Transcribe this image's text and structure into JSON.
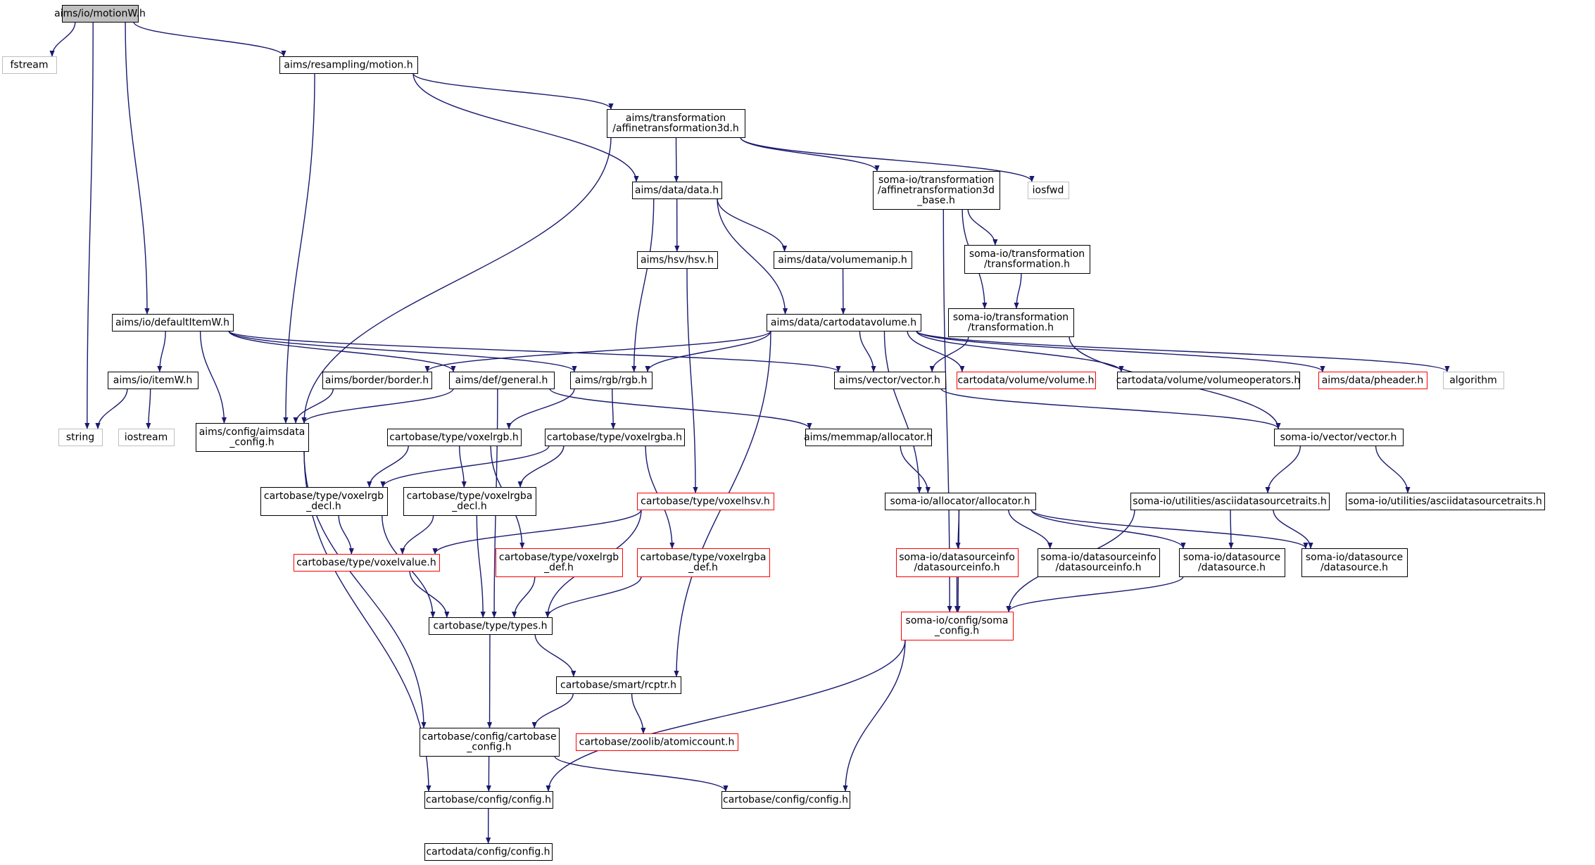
{
  "colors": {
    "edge": "#191970",
    "node_border": "#000000",
    "missing_border": "#bfbfbf",
    "incomplete_border": "#ff0000",
    "root_fill": "#bfbfbf",
    "node_fill": "#ffffff"
  },
  "nodes": [
    {
      "id": "motionW",
      "lines": [
        "aims/io/motionW.h"
      ],
      "kind": "root"
    },
    {
      "id": "fstream",
      "lines": [
        "fstream"
      ],
      "kind": "missing"
    },
    {
      "id": "motion",
      "lines": [
        "aims/resampling/motion.h"
      ],
      "kind": "normal"
    },
    {
      "id": "affine3d",
      "lines": [
        "aims/transformation",
        "/affinetransformation3d.h"
      ],
      "kind": "normal"
    },
    {
      "id": "data",
      "lines": [
        "aims/data/data.h"
      ],
      "kind": "normal"
    },
    {
      "id": "somaaffine",
      "lines": [
        "soma-io/transformation",
        "/affinetransformation3d",
        "_base.h"
      ],
      "kind": "normal"
    },
    {
      "id": "iosfwd",
      "lines": [
        "iosfwd"
      ],
      "kind": "missing"
    },
    {
      "id": "hsv",
      "lines": [
        "aims/hsv/hsv.h"
      ],
      "kind": "normal"
    },
    {
      "id": "volumemanip",
      "lines": [
        "aims/data/volumemanip.h"
      ],
      "kind": "normal"
    },
    {
      "id": "somatransfo1",
      "lines": [
        "soma-io/transformation",
        "/transformation.h"
      ],
      "kind": "normal"
    },
    {
      "id": "somatransfo2",
      "lines": [
        "soma-io/transformation",
        "/transformation.h"
      ],
      "kind": "normal"
    },
    {
      "id": "defaultItemW",
      "lines": [
        "aims/io/defaultItemW.h"
      ],
      "kind": "normal"
    },
    {
      "id": "cartodatavolume",
      "lines": [
        "aims/data/cartodatavolume.h"
      ],
      "kind": "normal"
    },
    {
      "id": "itemW",
      "lines": [
        "aims/io/itemW.h"
      ],
      "kind": "normal"
    },
    {
      "id": "border",
      "lines": [
        "aims/border/border.h"
      ],
      "kind": "normal"
    },
    {
      "id": "general",
      "lines": [
        "aims/def/general.h"
      ],
      "kind": "normal"
    },
    {
      "id": "rgb",
      "lines": [
        "aims/rgb/rgb.h"
      ],
      "kind": "normal"
    },
    {
      "id": "aimsvector",
      "lines": [
        "aims/vector/vector.h"
      ],
      "kind": "normal"
    },
    {
      "id": "cdvolume",
      "lines": [
        "cartodata/volume/volume.h"
      ],
      "kind": "incomplete"
    },
    {
      "id": "volumeops",
      "lines": [
        "cartodata/volume/volumeoperators.h"
      ],
      "kind": "normal"
    },
    {
      "id": "pheader",
      "lines": [
        "aims/data/pheader.h"
      ],
      "kind": "incomplete"
    },
    {
      "id": "algorithm",
      "lines": [
        "algorithm"
      ],
      "kind": "missing"
    },
    {
      "id": "string",
      "lines": [
        "string"
      ],
      "kind": "missing"
    },
    {
      "id": "iostream",
      "lines": [
        "iostream"
      ],
      "kind": "missing"
    },
    {
      "id": "aimsdataconfig",
      "lines": [
        "aims/config/aimsdata",
        "_config.h"
      ],
      "kind": "normal"
    },
    {
      "id": "voxelrgb",
      "lines": [
        "cartobase/type/voxelrgb.h"
      ],
      "kind": "normal"
    },
    {
      "id": "voxelrgba",
      "lines": [
        "cartobase/type/voxelrgba.h"
      ],
      "kind": "normal"
    },
    {
      "id": "allocatormm",
      "lines": [
        "aims/memmap/allocator.h"
      ],
      "kind": "normal"
    },
    {
      "id": "somavector",
      "lines": [
        "soma-io/vector/vector.h"
      ],
      "kind": "normal"
    },
    {
      "id": "voxelrgbdecl",
      "lines": [
        "cartobase/type/voxelrgb",
        "_decl.h"
      ],
      "kind": "normal"
    },
    {
      "id": "voxelrgbadecl",
      "lines": [
        "cartobase/type/voxelrgba",
        "_decl.h"
      ],
      "kind": "normal"
    },
    {
      "id": "voxelhsv",
      "lines": [
        "cartobase/type/voxelhsv.h"
      ],
      "kind": "incomplete"
    },
    {
      "id": "somaallocator",
      "lines": [
        "soma-io/allocator/allocator.h"
      ],
      "kind": "normal"
    },
    {
      "id": "asciitraits1",
      "lines": [
        "soma-io/utilities/asciidatasourcetraits.h"
      ],
      "kind": "normal"
    },
    {
      "id": "asciitraits2",
      "lines": [
        "soma-io/utilities/asciidatasourcetraits.h"
      ],
      "kind": "normal"
    },
    {
      "id": "voxelvalue",
      "lines": [
        "cartobase/type/voxelvalue.h"
      ],
      "kind": "incomplete"
    },
    {
      "id": "voxelrgbdef",
      "lines": [
        "cartobase/type/voxelrgb",
        "_def.h"
      ],
      "kind": "incomplete"
    },
    {
      "id": "voxelrgbadef",
      "lines": [
        "cartobase/type/voxelrgba",
        "_def.h"
      ],
      "kind": "incomplete"
    },
    {
      "id": "dsinfo1",
      "lines": [
        "soma-io/datasourceinfo",
        "/datasourceinfo.h"
      ],
      "kind": "incomplete"
    },
    {
      "id": "dsinfo2",
      "lines": [
        "soma-io/datasourceinfo",
        "/datasourceinfo.h"
      ],
      "kind": "normal"
    },
    {
      "id": "datasource1",
      "lines": [
        "soma-io/datasource",
        "/datasource.h"
      ],
      "kind": "normal"
    },
    {
      "id": "datasource2",
      "lines": [
        "soma-io/datasource",
        "/datasource.h"
      ],
      "kind": "normal"
    },
    {
      "id": "types",
      "lines": [
        "cartobase/type/types.h"
      ],
      "kind": "normal"
    },
    {
      "id": "somaconfig",
      "lines": [
        "soma-io/config/soma",
        "_config.h"
      ],
      "kind": "incomplete"
    },
    {
      "id": "rcptr",
      "lines": [
        "cartobase/smart/rcptr.h"
      ],
      "kind": "normal"
    },
    {
      "id": "atomiccount",
      "lines": [
        "cartobase/zoolib/atomiccount.h"
      ],
      "kind": "incomplete"
    },
    {
      "id": "cartobaseconfig",
      "lines": [
        "cartobase/config/cartobase",
        "_config.h"
      ],
      "kind": "normal"
    },
    {
      "id": "config1",
      "lines": [
        "cartobase/config/config.h"
      ],
      "kind": "normal"
    },
    {
      "id": "config2",
      "lines": [
        "cartobase/config/config.h"
      ],
      "kind": "normal"
    },
    {
      "id": "cdconfig",
      "lines": [
        "cartodata/config/config.h"
      ],
      "kind": "normal"
    }
  ],
  "edges": [
    [
      "motionW",
      "fstream"
    ],
    [
      "motionW",
      "string"
    ],
    [
      "motionW",
      "motion"
    ],
    [
      "motionW",
      "defaultItemW"
    ],
    [
      "motion",
      "affine3d"
    ],
    [
      "motion",
      "data"
    ],
    [
      "motion",
      "aimsdataconfig"
    ],
    [
      "affine3d",
      "data"
    ],
    [
      "affine3d",
      "somaaffine"
    ],
    [
      "affine3d",
      "iosfwd"
    ],
    [
      "affine3d",
      "aimsdataconfig"
    ],
    [
      "somaaffine",
      "somatransfo1"
    ],
    [
      "somaaffine",
      "somatransfo2"
    ],
    [
      "somaaffine",
      "somaconfig"
    ],
    [
      "somatransfo1",
      "somatransfo2"
    ],
    [
      "somatransfo2",
      "aimsvector"
    ],
    [
      "somatransfo2",
      "somavector"
    ],
    [
      "data",
      "hsv"
    ],
    [
      "data",
      "volumemanip"
    ],
    [
      "data",
      "cartodatavolume"
    ],
    [
      "data",
      "rgb"
    ],
    [
      "volumemanip",
      "cartodatavolume"
    ],
    [
      "hsv",
      "voxelhsv"
    ],
    [
      "defaultItemW",
      "itemW"
    ],
    [
      "defaultItemW",
      "aimsdataconfig"
    ],
    [
      "defaultItemW",
      "general"
    ],
    [
      "defaultItemW",
      "rgb"
    ],
    [
      "defaultItemW",
      "aimsvector"
    ],
    [
      "itemW",
      "string"
    ],
    [
      "itemW",
      "iostream"
    ],
    [
      "cartodatavolume",
      "border"
    ],
    [
      "cartodatavolume",
      "rgb"
    ],
    [
      "cartodatavolume",
      "aimsvector"
    ],
    [
      "cartodatavolume",
      "cdvolume"
    ],
    [
      "cartodatavolume",
      "volumeops"
    ],
    [
      "cartodatavolume",
      "pheader"
    ],
    [
      "cartodatavolume",
      "algorithm"
    ],
    [
      "cartodatavolume",
      "somaallocator"
    ],
    [
      "cartodatavolume",
      "rcptr"
    ],
    [
      "border",
      "aimsdataconfig"
    ],
    [
      "general",
      "aimsdataconfig"
    ],
    [
      "general",
      "allocatormm"
    ],
    [
      "general",
      "types"
    ],
    [
      "rgb",
      "voxelrgb"
    ],
    [
      "rgb",
      "voxelrgba"
    ],
    [
      "aimsvector",
      "somavector"
    ],
    [
      "somavector",
      "asciitraits1"
    ],
    [
      "somavector",
      "asciitraits2"
    ],
    [
      "aimsdataconfig",
      "cartobaseconfig"
    ],
    [
      "aimsdataconfig",
      "config1"
    ],
    [
      "voxelrgb",
      "voxelrgbdecl"
    ],
    [
      "voxelrgb",
      "voxelrgbadecl"
    ],
    [
      "voxelrgb",
      "voxelrgbdef"
    ],
    [
      "voxelrgba",
      "voxelrgbdecl"
    ],
    [
      "voxelrgba",
      "voxelrgbadecl"
    ],
    [
      "voxelrgba",
      "voxelrgbadef"
    ],
    [
      "voxelrgbdecl",
      "voxelvalue"
    ],
    [
      "voxelrgbdecl",
      "types"
    ],
    [
      "voxelrgbadecl",
      "voxelvalue"
    ],
    [
      "voxelrgbadecl",
      "types"
    ],
    [
      "voxelhsv",
      "voxelvalue"
    ],
    [
      "voxelhsv",
      "types"
    ],
    [
      "voxelvalue",
      "types"
    ],
    [
      "voxelrgbdef",
      "types"
    ],
    [
      "voxelrgbadef",
      "types"
    ],
    [
      "allocatormm",
      "somaallocator"
    ],
    [
      "somaallocator",
      "dsinfo1"
    ],
    [
      "somaallocator",
      "dsinfo2"
    ],
    [
      "somaallocator",
      "datasource1"
    ],
    [
      "somaallocator",
      "datasource2"
    ],
    [
      "somaallocator",
      "somaconfig"
    ],
    [
      "asciitraits1",
      "datasource1"
    ],
    [
      "asciitraits1",
      "datasource2"
    ],
    [
      "asciitraits1",
      "somaconfig"
    ],
    [
      "dsinfo1",
      "somaconfig"
    ],
    [
      "datasource1",
      "somaconfig"
    ],
    [
      "types",
      "rcptr"
    ],
    [
      "types",
      "cartobaseconfig"
    ],
    [
      "rcptr",
      "atomiccount"
    ],
    [
      "rcptr",
      "cartobaseconfig"
    ],
    [
      "somaconfig",
      "config1"
    ],
    [
      "somaconfig",
      "config2"
    ],
    [
      "cartobaseconfig",
      "config1"
    ],
    [
      "cartobaseconfig",
      "config2"
    ],
    [
      "config1",
      "cdconfig"
    ]
  ]
}
